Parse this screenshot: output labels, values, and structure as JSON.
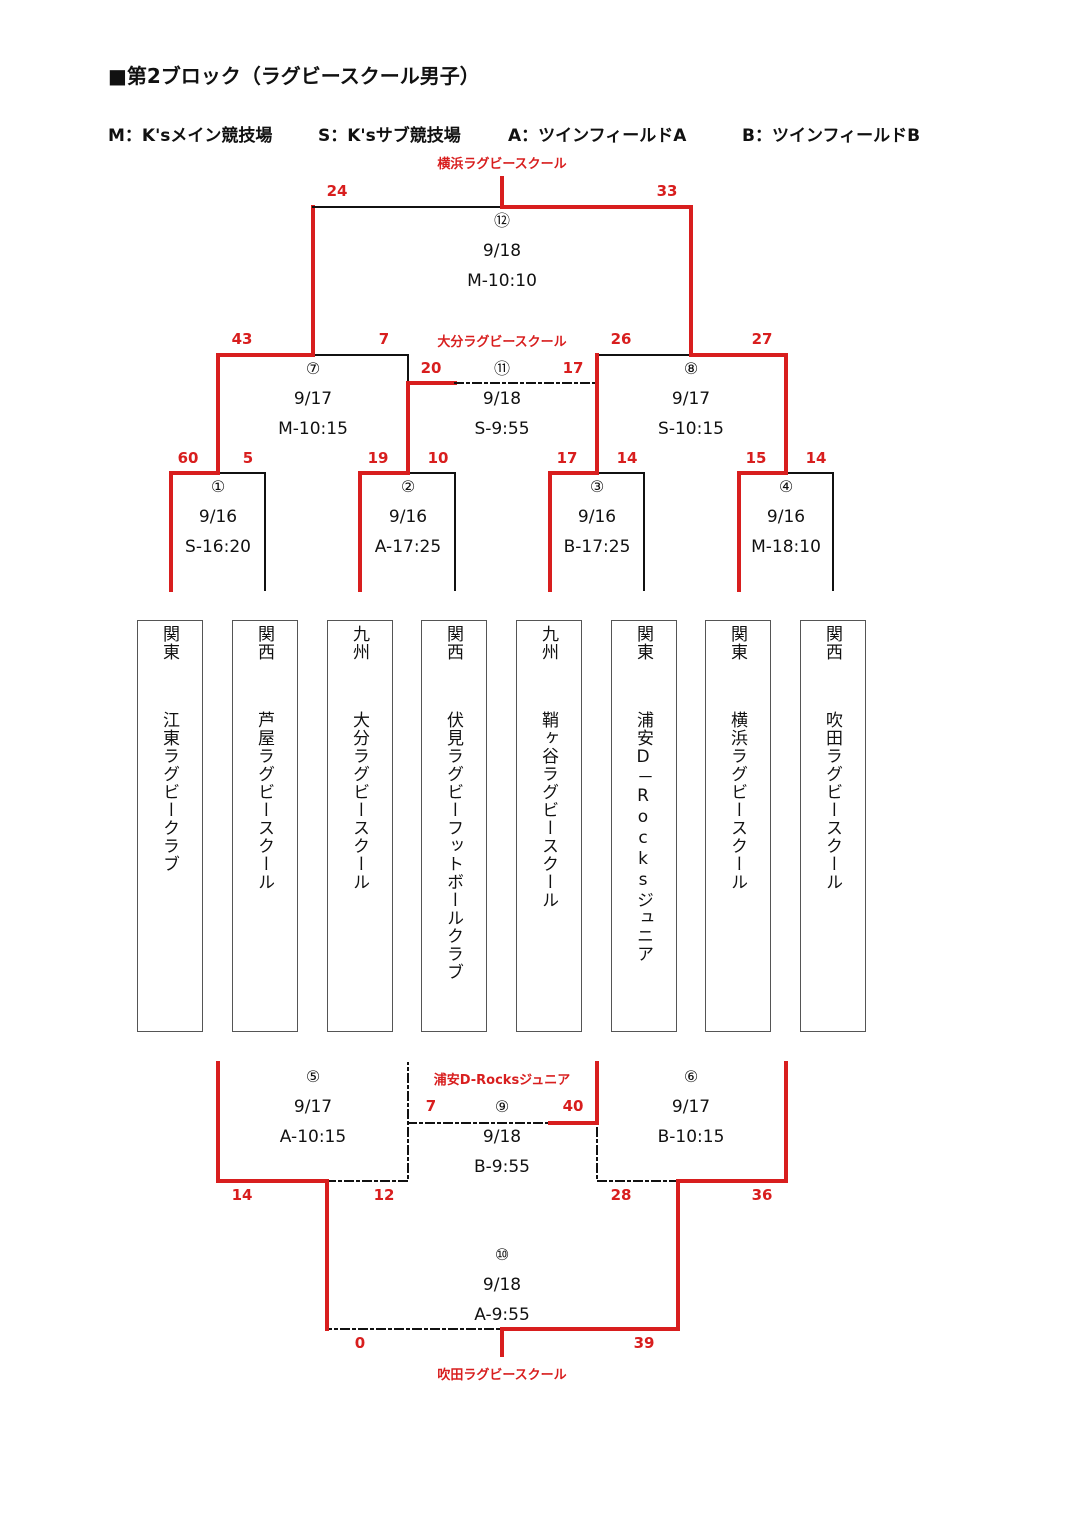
{
  "title": "■第2ブロック（ラグビースクール男子）",
  "legend": [
    "M：K'sメイン競技場",
    "S：K'sサブ競技場",
    "A：ツインフィールドA",
    "B：ツインフィールドB"
  ],
  "winners": {
    "champion": "横浜ラグビースクール",
    "third_place": "大分ラグビースクール",
    "fifth_place": "浦安D-Rocksジュニア",
    "seventh_place": "吹田ラグビースクール"
  },
  "teams": [
    {
      "region": "関東",
      "name": "江東ラグビークラブ"
    },
    {
      "region": "関西",
      "name": "芦屋ラグビースクール"
    },
    {
      "region": "九州",
      "name": "大分ラグビースクール"
    },
    {
      "region": "関西",
      "name": "伏見ラグビーフットボールクラブ"
    },
    {
      "region": "九州",
      "name": "鞘ヶ谷ラグビースクール"
    },
    {
      "region": "関東",
      "name": "浦安D－Rocksジュニア"
    },
    {
      "region": "関東",
      "name": "横浜ラグビースクール"
    },
    {
      "region": "関西",
      "name": "吹田ラグビースクール"
    }
  ],
  "matches": {
    "m1": {
      "no": "①",
      "date": "9/16",
      "slot": "S-16:20"
    },
    "m2": {
      "no": "②",
      "date": "9/16",
      "slot": "A-17:25"
    },
    "m3": {
      "no": "③",
      "date": "9/16",
      "slot": "B-17:25"
    },
    "m4": {
      "no": "④",
      "date": "9/16",
      "slot": "M-18:10"
    },
    "m5": {
      "no": "⑤",
      "date": "9/17",
      "slot": "A-10:15"
    },
    "m6": {
      "no": "⑥",
      "date": "9/17",
      "slot": "B-10:15"
    },
    "m7": {
      "no": "⑦",
      "date": "9/17",
      "slot": "M-10:15"
    },
    "m8": {
      "no": "⑧",
      "date": "9/17",
      "slot": "S-10:15"
    },
    "m9": {
      "no": "⑨",
      "date": "9/18",
      "slot": "B-9:55"
    },
    "m10": {
      "no": "⑩",
      "date": "9/18",
      "slot": "A-9:55"
    },
    "m11": {
      "no": "⑪",
      "date": "9/18",
      "slot": "S-9:55"
    },
    "m12": {
      "no": "⑫",
      "date": "9/18",
      "slot": "M-10:10"
    }
  },
  "scores": {
    "m1": [
      "60",
      "5"
    ],
    "m2": [
      "19",
      "10"
    ],
    "m3": [
      "17",
      "14"
    ],
    "m4": [
      "15",
      "14"
    ],
    "m7": [
      "43",
      "7"
    ],
    "m8": [
      "26",
      "27"
    ],
    "m11": [
      "20",
      "17"
    ],
    "m12": [
      "24",
      "33"
    ],
    "m5": [
      "14",
      "12"
    ],
    "m6": [
      "28",
      "36"
    ],
    "m9": [
      "7",
      "40"
    ],
    "m10": [
      "0",
      "39"
    ]
  },
  "colors": {
    "win": "#d81e1e",
    "line": "#111111"
  }
}
